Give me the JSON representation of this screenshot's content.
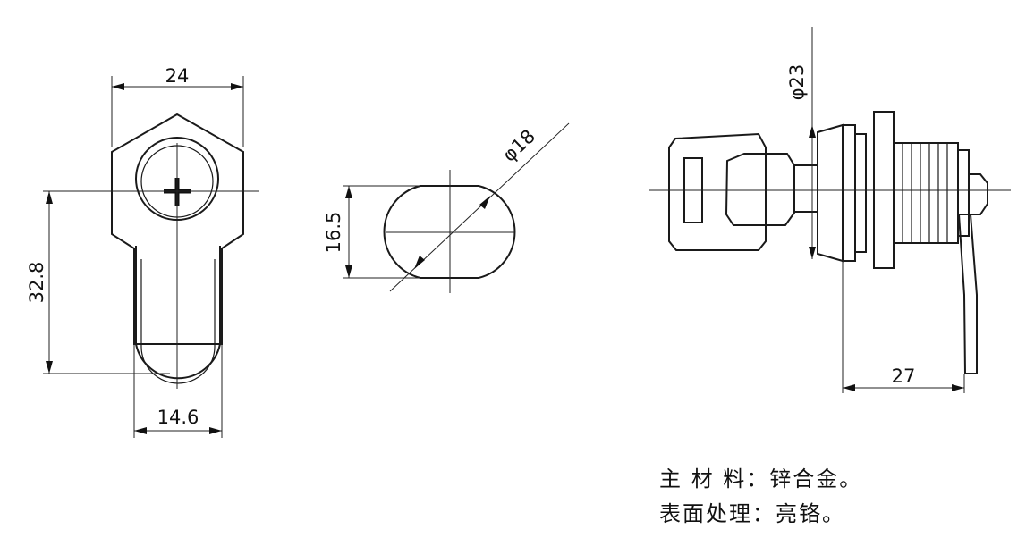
{
  "front_view": {
    "width_dim": "24",
    "height_dim": "32.8",
    "bottom_dim": "14.6"
  },
  "cam_section": {
    "flat_dim": "16.5",
    "diameter_dim": "φ18"
  },
  "side_view": {
    "flange_dim": "φ23",
    "length_dim": "27"
  },
  "notes": {
    "material": "主 材 料：锌合金。",
    "finish": "表面处理：亮铬。"
  }
}
